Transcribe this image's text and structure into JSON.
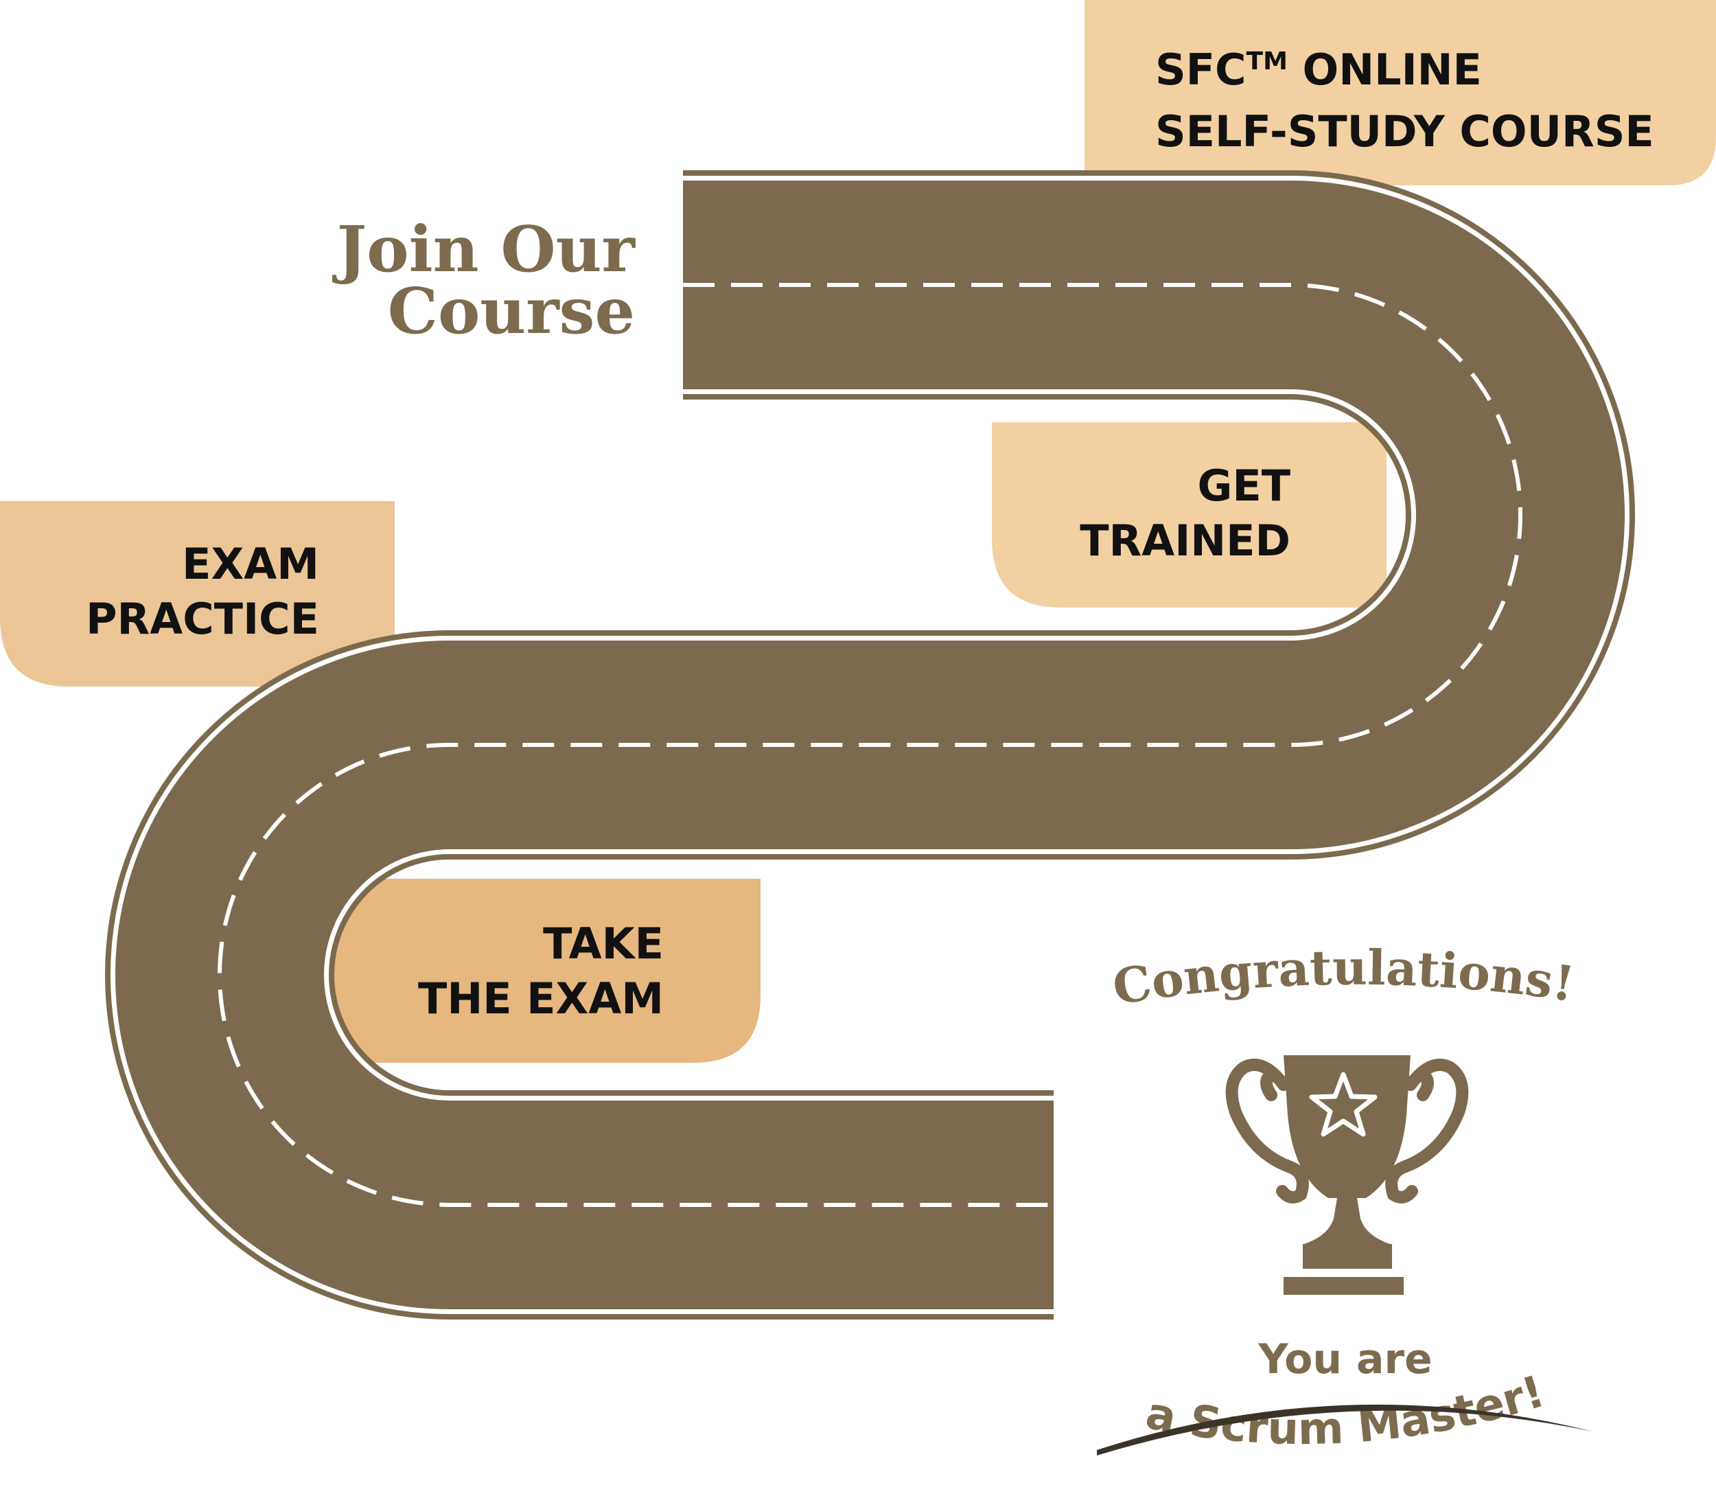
{
  "colors": {
    "road": "#7b6a4d",
    "road_line": "#ffffff",
    "box_light": "#f2d0a1",
    "box_mid": "#ecc597",
    "box_dark": "#e6b77f",
    "title_text": "#7d6b4e",
    "step_text": "#111111"
  },
  "intro": {
    "line1": "Join Our",
    "line2": "Course"
  },
  "steps": [
    {
      "id": "sfc-course",
      "line1": "SFC",
      "trademark": "TM",
      "line1_rest": " ONLINE",
      "line2": "SELF-STUDY COURSE"
    },
    {
      "id": "get-trained",
      "line1": "GET",
      "line2": "TRAINED"
    },
    {
      "id": "exam-practice",
      "line1": "EXAM",
      "line2": "PRACTICE"
    },
    {
      "id": "take-exam",
      "line1": "TAKE",
      "line2": "THE EXAM"
    }
  ],
  "finish": {
    "congrats": "Congratulations!",
    "line1": "You are",
    "line2": "a Scrum Master!",
    "icon": "trophy-icon"
  }
}
